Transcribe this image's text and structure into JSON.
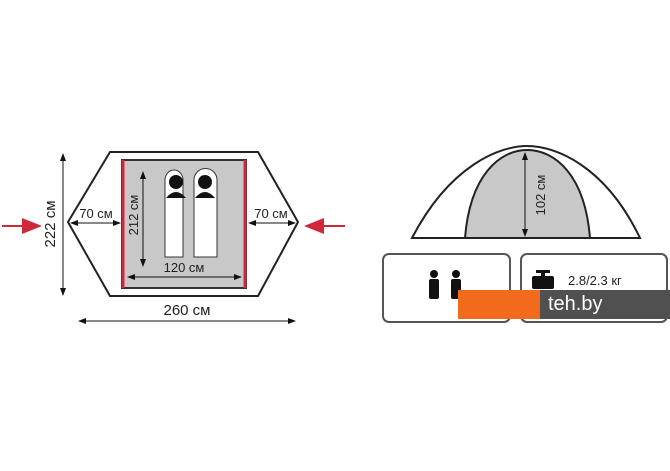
{
  "plan": {
    "width_label": "260 см",
    "depth_label": "222 см",
    "inner_length_label": "212 см",
    "inner_width_label": "120 см",
    "vestibule_left_label": "70 см",
    "vestibule_right_label": "70 см"
  },
  "side": {
    "height_label": "102 см"
  },
  "specs": {
    "capacity_icon": "two-persons-icon",
    "weight_icon": "weight-icon",
    "weight_label": "2.8/2.3 кг"
  },
  "watermark": {
    "text": "teh.by"
  },
  "colors": {
    "accent_red": "#d0283a",
    "inner_fill": "#c8c8c8",
    "brand_orange": "#f26a1b"
  }
}
